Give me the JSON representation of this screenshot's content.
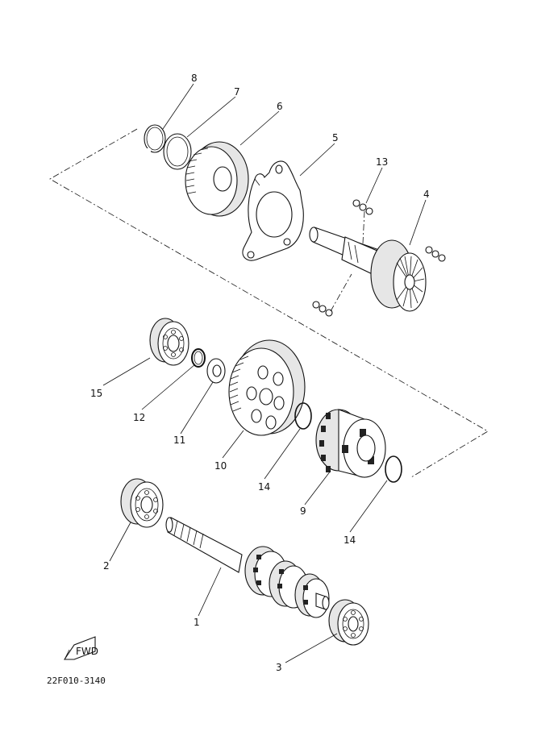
{
  "diagram": {
    "part_numbers": [
      "1",
      "2",
      "3",
      "4",
      "5",
      "6",
      "7",
      "8",
      "9",
      "10",
      "11",
      "12",
      "13",
      "14",
      "14",
      "15"
    ],
    "fwd_marker": "FWD",
    "drawing_code": "22F010-3140"
  }
}
